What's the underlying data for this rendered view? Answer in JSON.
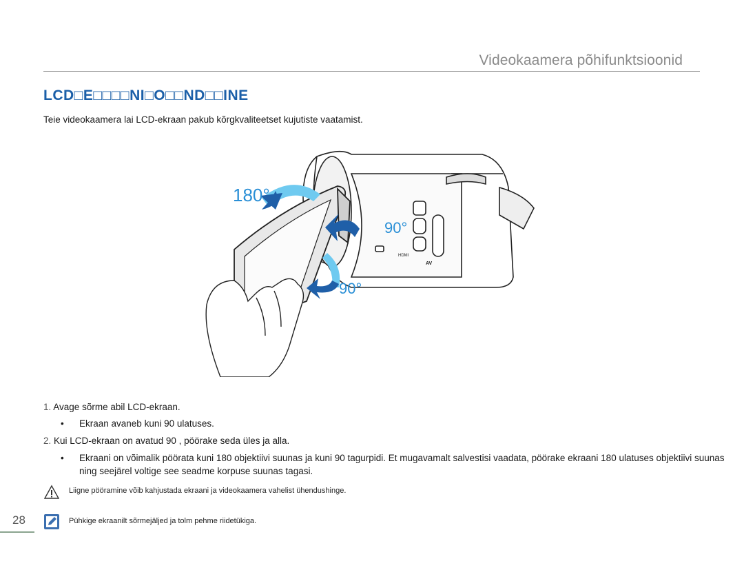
{
  "header": {
    "title": "Videokaamera põhifunktsioonid"
  },
  "section": {
    "title": "LCD□E□□□□NI□O□□ND□□INE",
    "intro": "Teie videokaamera lai LCD-ekraan pakub kõrgkvaliteetset kujutiste vaatamist."
  },
  "figure": {
    "label_180": "180°",
    "label_90_top": "90°",
    "label_90_bottom": "90°",
    "port_hdmi": "HDMI",
    "port_av": "AV",
    "colors": {
      "arrow_dark": "#1f5fa8",
      "arrow_light": "#7fd0f0",
      "label": "#2a8fd6"
    }
  },
  "steps": [
    {
      "num": "1.",
      "text": "Avage sõrme abil LCD-ekraan.",
      "bullets": [
        "Ekraan avaneb kuni 90  ulatuses."
      ]
    },
    {
      "num": "2.",
      "text": "Kui LCD-ekraan on avatud 90 , pöörake seda üles ja alla.",
      "bullets": [
        "Ekraani on võimalik pöörata kuni 180  objektiivi suunas ja kuni 90  tagurpidi. Et mugavamalt salvestisi vaadata, pöörake ekraani 180 ulatuses objektiivi suunas ning seejärel voltige see seadme korpuse suunas tagasi."
      ]
    }
  ],
  "notes": [
    {
      "icon": "warning-icon",
      "text": "Liigne pööramine võib kahjustada ekraani ja videokaamera vahelist ühendushinge."
    },
    {
      "icon": "note-pencil-icon",
      "text": "Pühkige ekraanilt sõrmejäljed ja tolm pehme riidetükiga."
    }
  ],
  "page": {
    "number": "28"
  }
}
